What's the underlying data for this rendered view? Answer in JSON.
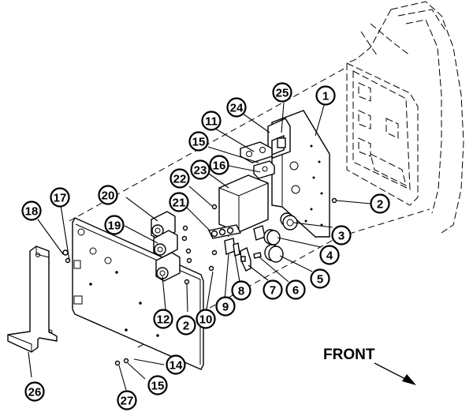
{
  "direction_label": "FRONT",
  "callouts": [
    {
      "id": "c1",
      "label": "1"
    },
    {
      "id": "c2a",
      "label": "2"
    },
    {
      "id": "c2b",
      "label": "2"
    },
    {
      "id": "c3",
      "label": "3"
    },
    {
      "id": "c4",
      "label": "4"
    },
    {
      "id": "c5",
      "label": "5"
    },
    {
      "id": "c6",
      "label": "6"
    },
    {
      "id": "c7",
      "label": "7"
    },
    {
      "id": "c8",
      "label": "8"
    },
    {
      "id": "c9",
      "label": "9"
    },
    {
      "id": "c10",
      "label": "10"
    },
    {
      "id": "c11",
      "label": "11"
    },
    {
      "id": "c12",
      "label": "12"
    },
    {
      "id": "c14",
      "label": "14"
    },
    {
      "id": "c15a",
      "label": "15"
    },
    {
      "id": "c15b",
      "label": "15"
    },
    {
      "id": "c16",
      "label": "16"
    },
    {
      "id": "c17",
      "label": "17"
    },
    {
      "id": "c18",
      "label": "18"
    },
    {
      "id": "c19",
      "label": "19"
    },
    {
      "id": "c20",
      "label": "20"
    },
    {
      "id": "c21",
      "label": "21"
    },
    {
      "id": "c22",
      "label": "22"
    },
    {
      "id": "c23",
      "label": "23"
    },
    {
      "id": "c24",
      "label": "24"
    },
    {
      "id": "c25",
      "label": "25"
    },
    {
      "id": "c26",
      "label": "26"
    },
    {
      "id": "c27",
      "label": "27"
    }
  ]
}
